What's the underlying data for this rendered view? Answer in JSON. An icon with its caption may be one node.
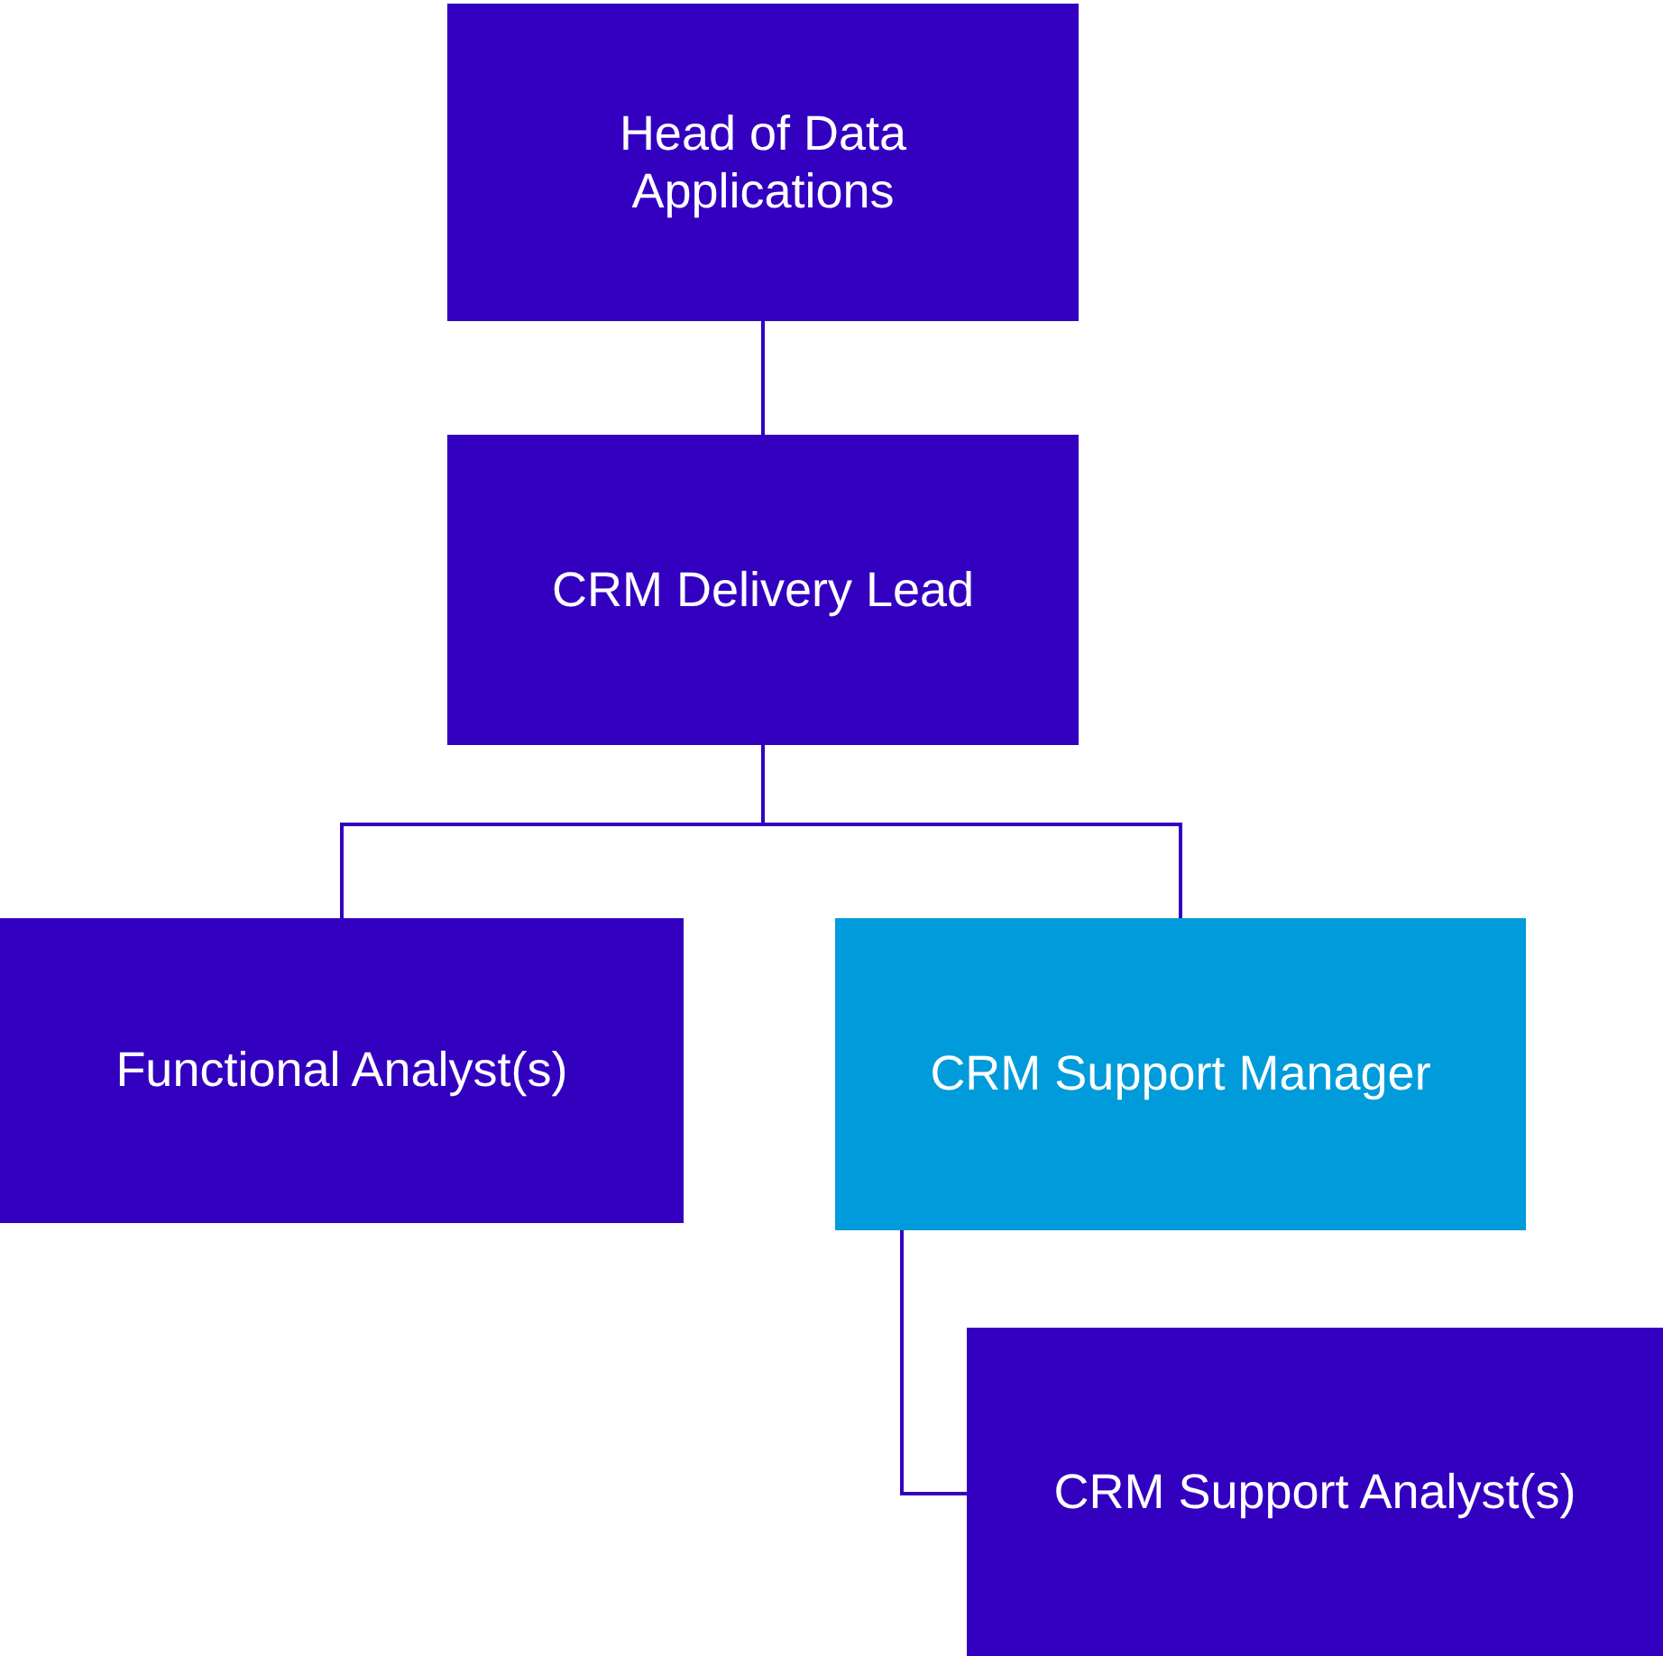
{
  "diagram": {
    "nodes": [
      {
        "text": [
          "Head of Data Applications"
        ]
      },
      {
        "text": [
          "CRM Delivery Lead"
        ]
      },
      {
        "text": [
          "Functional Analyst(s)"
        ]
      },
      {
        "text": [
          "CRM Support Manager"
        ]
      },
      {
        "text": [
          "CRM Support Analyst(s)"
        ]
      }
    ],
    "edges": [
      {
        "from": 0,
        "to": 1,
        "arrow": "none"
      },
      {
        "from": 1,
        "to": 2,
        "arrow": "none"
      },
      {
        "from": 1,
        "to": 3,
        "arrow": "none"
      },
      {
        "from": 3,
        "to": 4,
        "arrow": "none"
      }
    ]
  }
}
